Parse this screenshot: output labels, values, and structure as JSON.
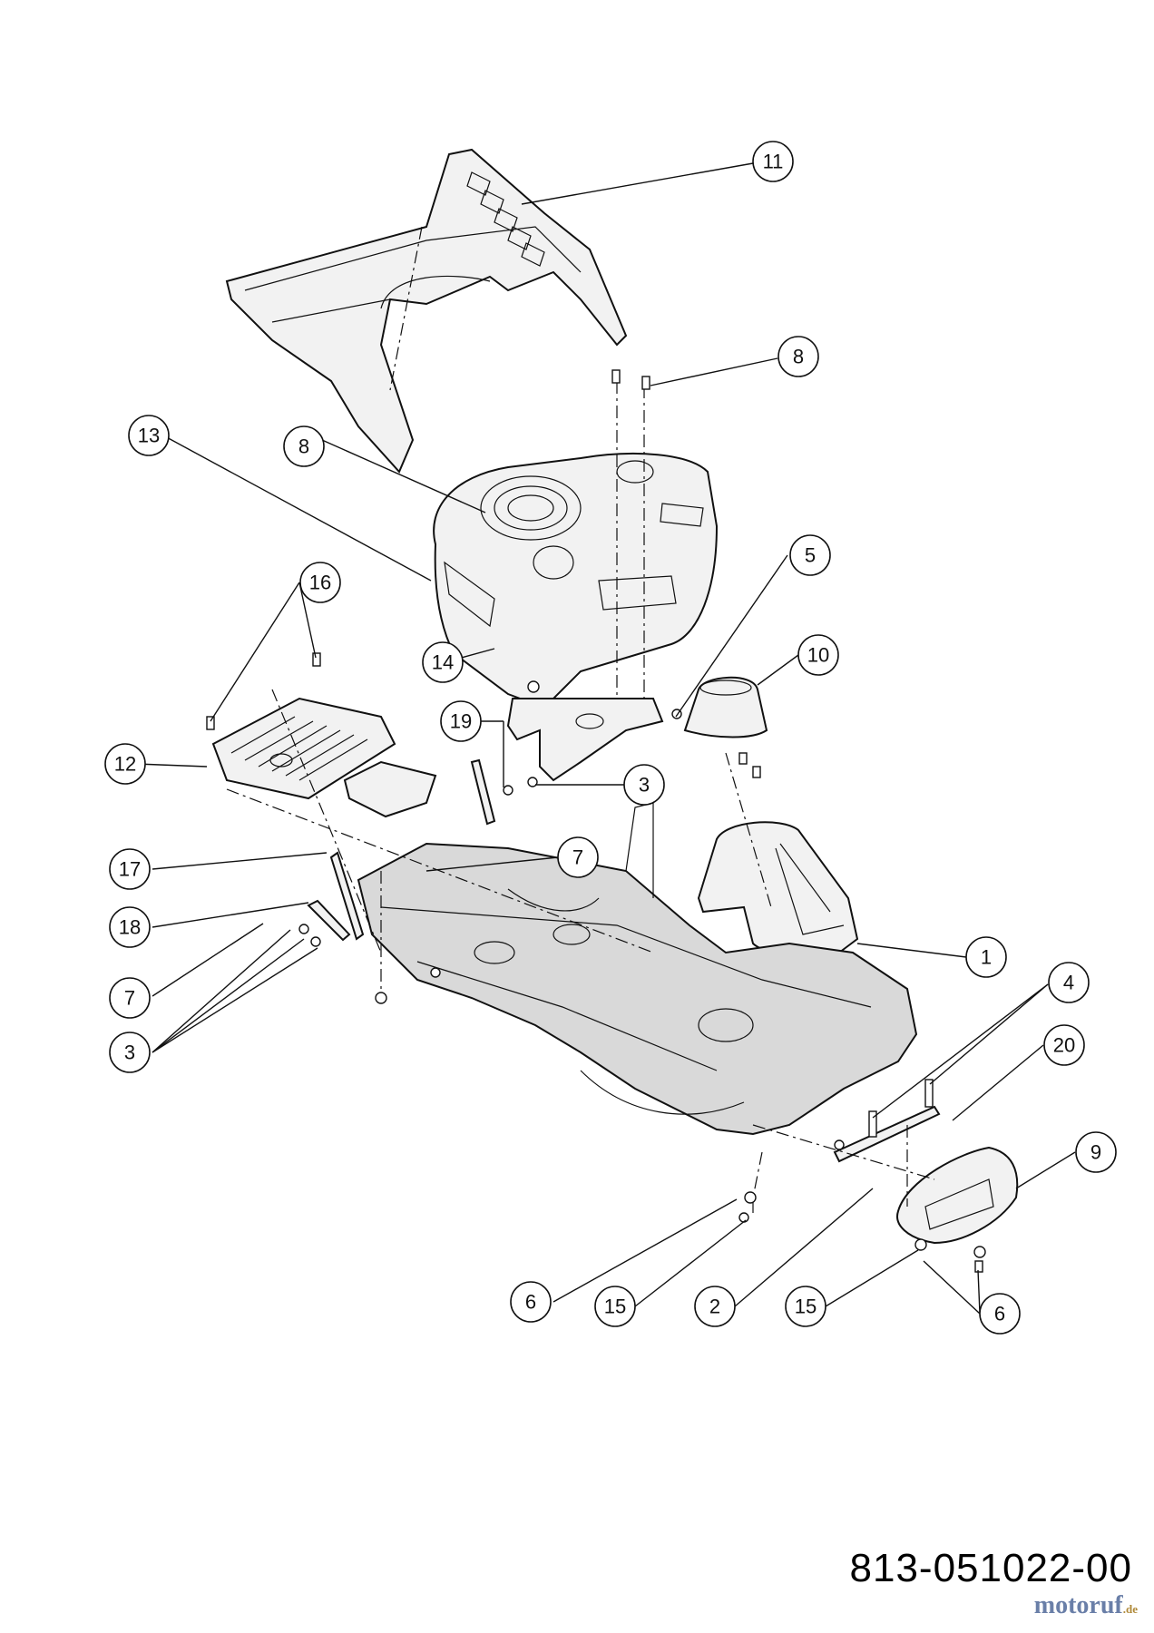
{
  "diagram": {
    "callouts": [
      "1",
      "2",
      "3",
      "3",
      "4",
      "5",
      "6",
      "6",
      "7",
      "7",
      "8",
      "8",
      "9",
      "10",
      "11",
      "12",
      "13",
      "14",
      "15",
      "15",
      "16",
      "17",
      "18",
      "19",
      "20"
    ]
  },
  "part_number": "813-051022-00",
  "watermark": {
    "brand": "motoruf",
    "tld": ".de"
  }
}
